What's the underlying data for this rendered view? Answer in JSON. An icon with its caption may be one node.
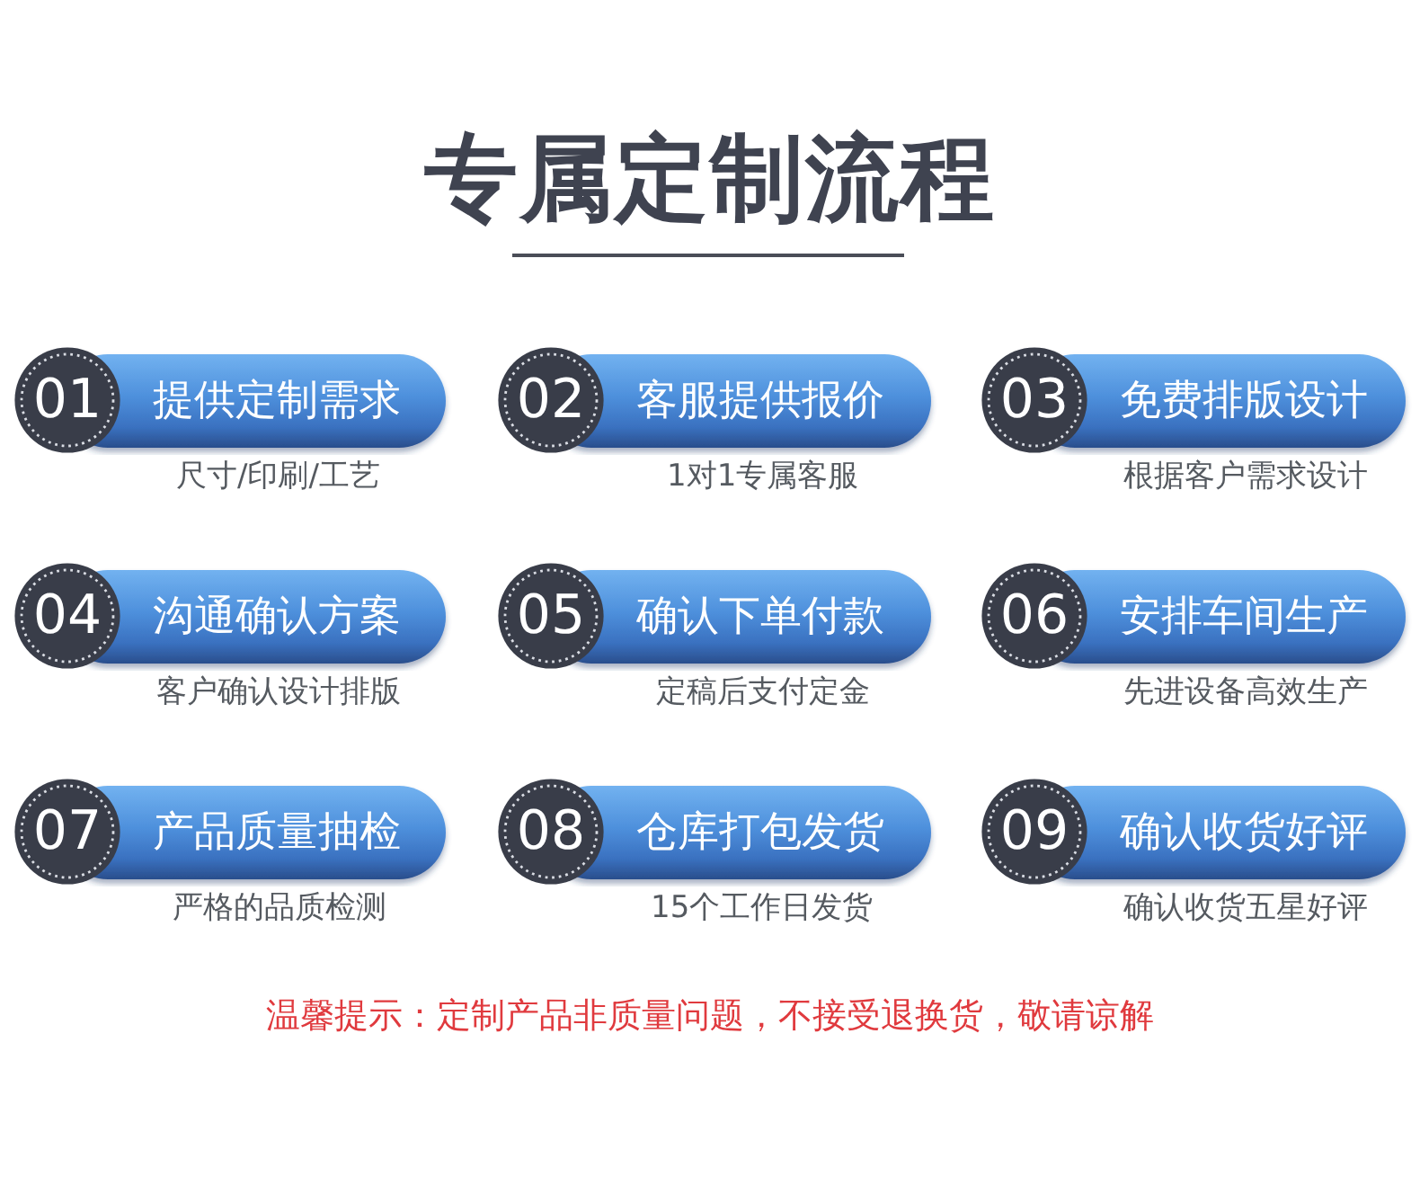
{
  "diagram": {
    "title": "专属定制流程",
    "nodes": [
      {
        "text": [
          "01",
          "提供定制需求"
        ],
        "beside": [
          "尺寸/印刷/工艺"
        ]
      },
      {
        "text": [
          "02",
          "客服提供报价"
        ],
        "beside": [
          "1对1专属客服"
        ]
      },
      {
        "text": [
          "03",
          "免费排版设计"
        ],
        "beside": [
          "根据客户需求设计"
        ]
      },
      {
        "text": [
          "04",
          "沟通确认方案"
        ],
        "beside": [
          "客户确认设计排版"
        ]
      },
      {
        "text": [
          "05",
          "确认下单付款"
        ],
        "beside": [
          "定稿后支付定金"
        ]
      },
      {
        "text": [
          "06",
          "安排车间生产"
        ],
        "beside": [
          "先进设备高效生产"
        ]
      },
      {
        "text": [
          "07",
          "产品质量抽检"
        ],
        "beside": [
          "严格的品质检测"
        ]
      },
      {
        "text": [
          "08",
          "仓库打包发货"
        ],
        "beside": [
          "15个工作日发货"
        ]
      },
      {
        "text": [
          "09",
          "确认收货好评"
        ],
        "beside": [
          "确认收货五星好评"
        ]
      }
    ],
    "labels": [
      "温馨提示：定制产品非质量问题，不接受退换货，敬请谅解"
    ]
  }
}
